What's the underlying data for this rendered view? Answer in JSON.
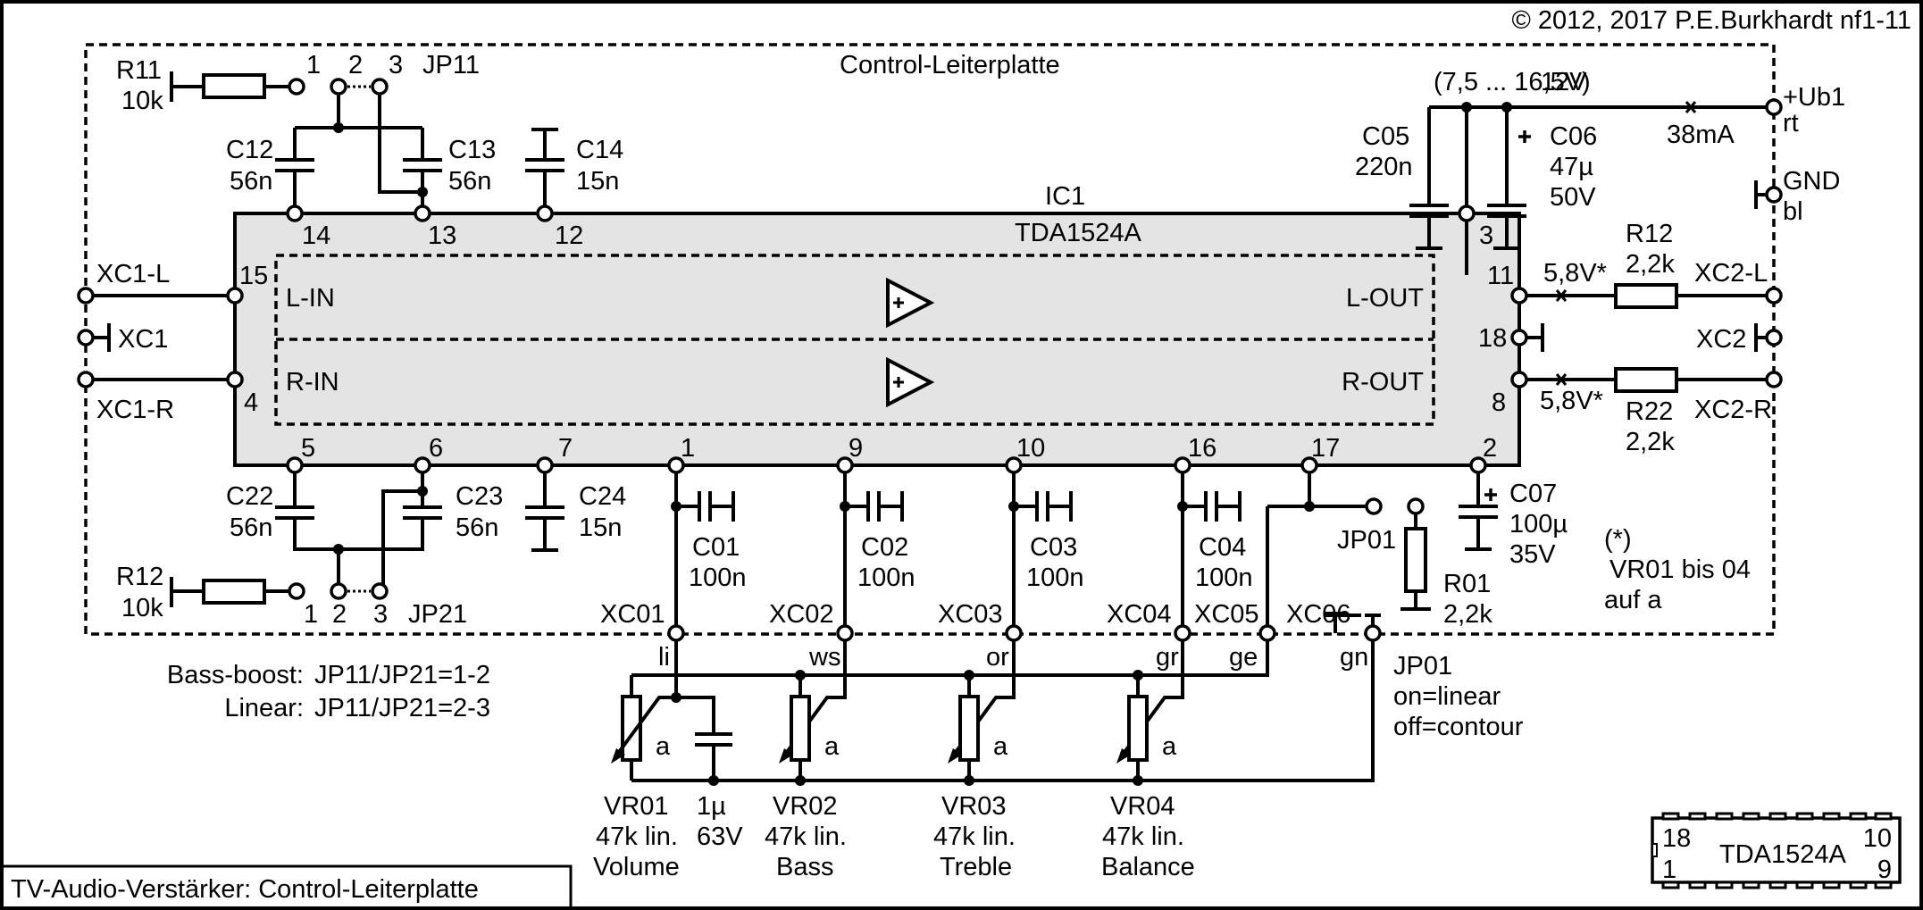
{
  "copyright": "© 2012, 2017 P.E.Burkhardt nf1-11",
  "title_box": "TV-Audio-Verstärker: Control-Leiterplatte",
  "board_label": "Control-Leiterplatte",
  "ic": {
    "ref": "IC1",
    "part": "TDA1524A",
    "channels": {
      "l_in": "L-IN",
      "r_in": "R-IN",
      "l_out": "L-OUT",
      "r_out": "R-OUT"
    },
    "pins_top": [
      "14",
      "13",
      "12",
      "3"
    ],
    "pins_bottom": [
      "5",
      "6",
      "7",
      "1",
      "9",
      "10",
      "16",
      "17",
      "2"
    ],
    "pins_left": [
      "15",
      "4"
    ],
    "pins_right": [
      "11",
      "18",
      "8"
    ]
  },
  "supply": {
    "range": "(7,5 ... 16,5V)",
    "voltage": "12V",
    "current": "38mA",
    "ub1": "+Ub1",
    "ub1_color": "rt",
    "gnd": "GND",
    "gnd_color": "bl",
    "c05": {
      "ref": "C05",
      "value": "220n"
    },
    "c06": {
      "ref": "C06",
      "value": "47µ",
      "voltage": "50V"
    }
  },
  "top_network": {
    "r11": {
      "ref": "R11",
      "value": "10k"
    },
    "jp11": {
      "ref": "JP11",
      "pins": [
        "1",
        "2",
        "3"
      ]
    },
    "c12": {
      "ref": "C12",
      "value": "56n"
    },
    "c13": {
      "ref": "C13",
      "value": "56n"
    },
    "c14": {
      "ref": "C14",
      "value": "15n"
    }
  },
  "bottom_network": {
    "r12": {
      "ref": "R12",
      "value": "10k"
    },
    "jp21": {
      "ref": "JP21",
      "pins": [
        "1",
        "2",
        "3"
      ]
    },
    "c22": {
      "ref": "C22",
      "value": "56n"
    },
    "c23": {
      "ref": "C23",
      "value": "56n"
    },
    "c24": {
      "ref": "C24",
      "value": "15n"
    }
  },
  "inputs": {
    "xc1_l": "XC1-L",
    "xc1": "XC1",
    "xc1_r": "XC1-R"
  },
  "outputs": {
    "v_left": "5,8V*",
    "v_right": "5,8V*",
    "r12": {
      "ref": "R12",
      "value": "2,2k"
    },
    "r22": {
      "ref": "R22",
      "value": "2,2k"
    },
    "xc2_l": "XC2-L",
    "xc2": "XC2",
    "xc2_r": "XC2-R"
  },
  "coupling_caps": [
    {
      "ref": "C01",
      "value": "100n"
    },
    {
      "ref": "C02",
      "value": "100n"
    },
    {
      "ref": "C03",
      "value": "100n"
    },
    {
      "ref": "C04",
      "value": "100n"
    }
  ],
  "c07": {
    "ref": "C07",
    "value": "100µ",
    "voltage": "35V"
  },
  "r01": {
    "ref": "R01",
    "value": "2,2k"
  },
  "jp01": {
    "ref": "JP01",
    "note_title": "JP01",
    "note_on": "on=linear",
    "note_off": "off=contour"
  },
  "connectors": [
    {
      "ref": "XC01",
      "color": "li"
    },
    {
      "ref": "XC02",
      "color": "ws"
    },
    {
      "ref": "XC03",
      "color": "or"
    },
    {
      "ref": "XC04",
      "color": "gr"
    },
    {
      "ref": "XC05",
      "color": "ge"
    },
    {
      "ref": "XC06",
      "color": "gn"
    }
  ],
  "pots": [
    {
      "ref": "VR01",
      "value": "47k lin.",
      "function": "Volume",
      "tap": "a"
    },
    {
      "ref": "VR02",
      "value": "47k lin.",
      "function": "Bass",
      "tap": "a"
    },
    {
      "ref": "VR03",
      "value": "47k lin.",
      "function": "Treble",
      "tap": "a"
    },
    {
      "ref": "VR04",
      "value": "47k lin.",
      "function": "Balance",
      "tap": "a"
    }
  ],
  "volume_cap": {
    "value": "1µ",
    "voltage": "63V"
  },
  "notes": {
    "star": "(*)",
    "star_line1": "VR01 bis 04",
    "star_line2": "auf a",
    "bass_boost_label": "Bass-boost:",
    "bass_boost_value": "JP11/JP21=1-2",
    "linear_label": "Linear:",
    "linear_value": "JP11/JP21=2-3"
  },
  "package": {
    "part": "TDA1524A",
    "pin_tl": "18",
    "pin_bl": "1",
    "pin_tr": "10",
    "pin_br": "9"
  }
}
